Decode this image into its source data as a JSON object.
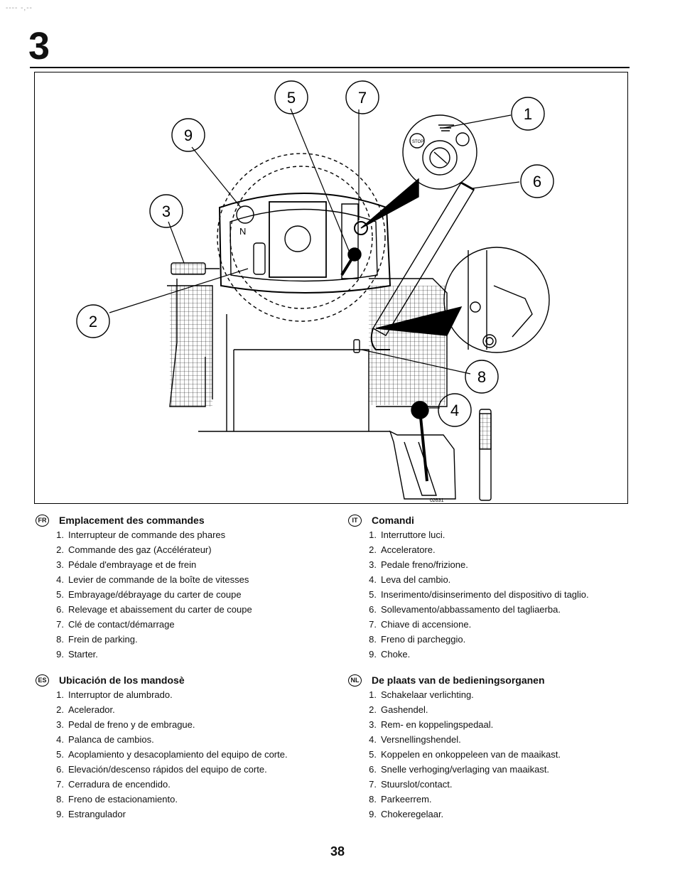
{
  "section": {
    "number": "3"
  },
  "figure": {
    "code": "02631",
    "callouts": [
      "1",
      "2",
      "3",
      "4",
      "5",
      "6",
      "7",
      "8",
      "9"
    ],
    "dashboard_label": "N",
    "switch_label": "STOP"
  },
  "blocks": [
    {
      "badge": "FR",
      "title": "Emplacement des commandes",
      "items": [
        {
          "num": "1.",
          "text": "Interrupteur de commande des phares"
        },
        {
          "num": "2.",
          "text": "Commande des gaz (Accélérateur)"
        },
        {
          "num": "3.",
          "text": "Pédale d'embrayage et de frein"
        },
        {
          "num": "4.",
          "text": "Levier de commande de la boîte de vitesses"
        },
        {
          "num": "5.",
          "text": "Embrayage/débrayage du carter de coupe"
        },
        {
          "num": "6.",
          "text": "Relevage et abaissement du carter de coupe"
        },
        {
          "num": "7.",
          "text": "Clé de contact/démarrage"
        },
        {
          "num": "8.",
          "text": "Frein de parking."
        },
        {
          "num": "9.",
          "text": "Starter."
        }
      ]
    },
    {
      "badge": "ES",
      "title": "Ubicación de los mandosè",
      "items": [
        {
          "num": "1.",
          "text": "Interruptor de alumbrado."
        },
        {
          "num": "2.",
          "text": "Acelerador."
        },
        {
          "num": "3.",
          "text": "Pedal de freno y de embrague."
        },
        {
          "num": "4.",
          "text": "Palanca de cambios."
        },
        {
          "num": "5.",
          "text": "Acoplamiento y desacoplamiento del equipo de corte."
        },
        {
          "num": "6.",
          "text": "Elevación/descenso rápidos del equipo de corte."
        },
        {
          "num": "7.",
          "text": "Cerradura de encendido."
        },
        {
          "num": "8.",
          "text": "Freno de estacionamiento."
        },
        {
          "num": "9.",
          "text": "Estrangulador"
        }
      ]
    },
    {
      "badge": "IT",
      "title": "Comandi",
      "items": [
        {
          "num": "1.",
          "text": "Interruttore luci."
        },
        {
          "num": "2.",
          "text": "Acceleratore."
        },
        {
          "num": "3.",
          "text": "Pedale freno/frizione."
        },
        {
          "num": "4.",
          "text": "Leva del cambio."
        },
        {
          "num": "5.",
          "text": "Inserimento/disinserimento del dispositivo di taglio."
        },
        {
          "num": "6.",
          "text": "Sollevamento/abbassamento del tagliaerba."
        },
        {
          "num": "7.",
          "text": "Chiave di accensione."
        },
        {
          "num": "8.",
          "text": "Freno di parcheggio."
        },
        {
          "num": "9.",
          "text": "Choke."
        }
      ]
    },
    {
      "badge": "NL",
      "title": "De plaats van de bedieningsorganen",
      "items": [
        {
          "num": "1.",
          "text": "Schakelaar verlichting."
        },
        {
          "num": "2.",
          "text": "Gashendel."
        },
        {
          "num": "3.",
          "text": "Rem- en koppelingspedaal."
        },
        {
          "num": "4.",
          "text": "Versnellingshendel."
        },
        {
          "num": "5.",
          "text": "Koppelen en onkoppeleen van de maaikast."
        },
        {
          "num": "6.",
          "text": "Snelle verhoging/verlaging van maaikast."
        },
        {
          "num": "7.",
          "text": "Stuurslot/contact."
        },
        {
          "num": "8.",
          "text": "Parkeerrem."
        },
        {
          "num": "9.",
          "text": "Chokeregelaar."
        }
      ]
    }
  ],
  "page": {
    "number": "38"
  }
}
